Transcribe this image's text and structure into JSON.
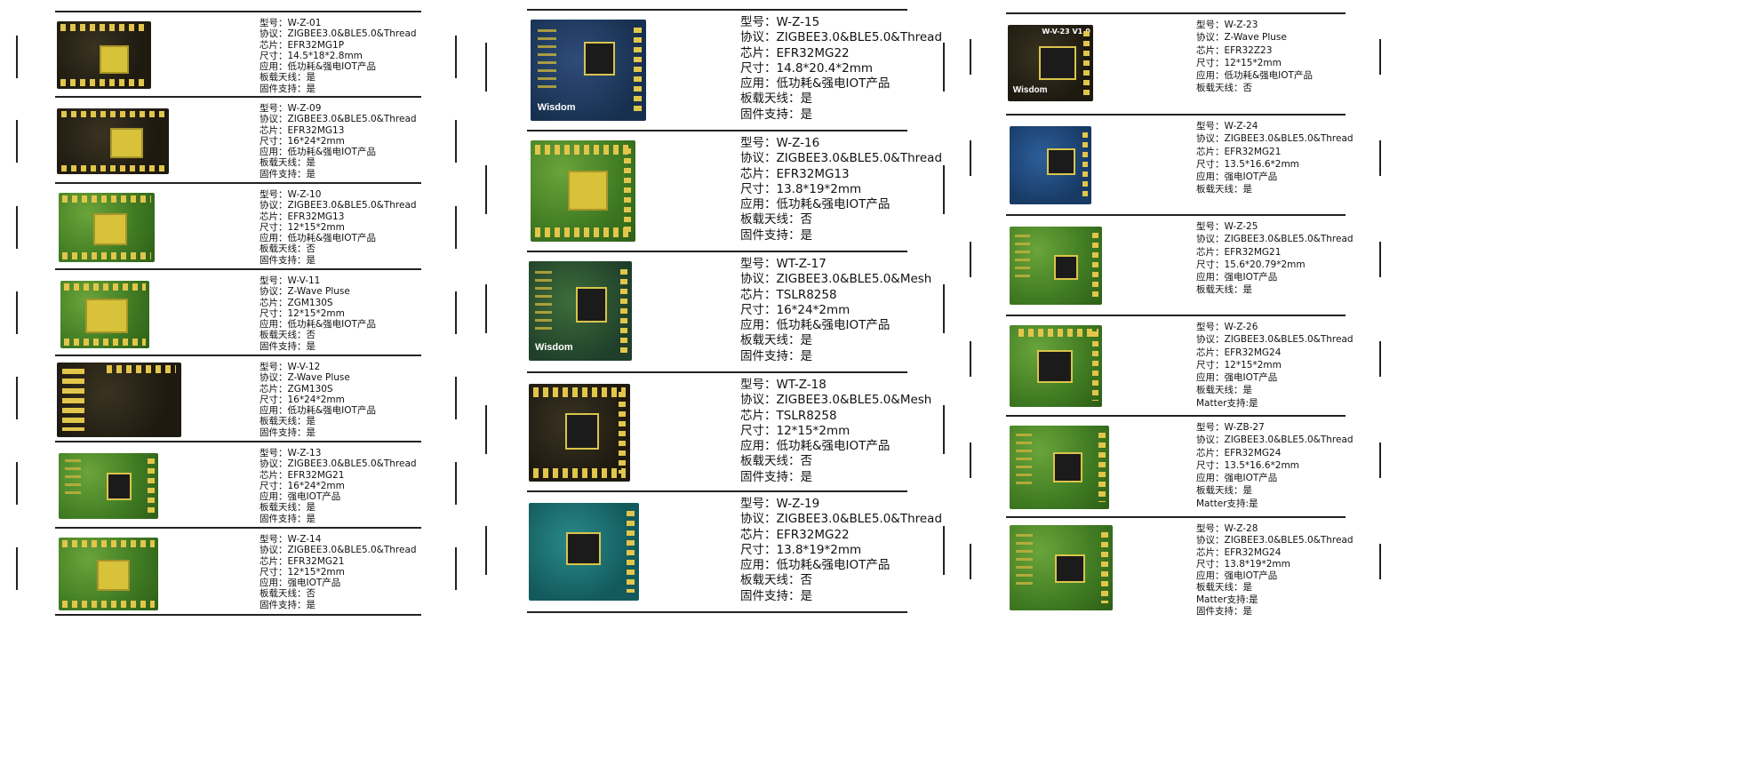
{
  "columns": [
    {
      "entries": [
        {
          "model": "型号：W-Z-01",
          "protocol": "协议：ZIGBEE3.0&BLE5.0&Thread",
          "chip": "芯片：EFR32MG1P",
          "size": "尺寸：14.5*18*2.8mm",
          "app": "应用：低功耗&强电IOT产品",
          "antenna": "板载天线：是",
          "firmware": "固件支持：是"
        },
        {
          "model": "型号：W-Z-09",
          "protocol": "协议：ZIGBEE3.0&BLE5.0&Thread",
          "chip": "芯片：EFR32MG13",
          "size": "尺寸：16*24*2mm",
          "app": "应用：低功耗&强电IOT产品",
          "antenna": "板载天线：是",
          "firmware": "固件支持：是"
        },
        {
          "model": "型号：W-Z-10",
          "protocol": "协议：ZIGBEE3.0&BLE5.0&Thread",
          "chip": "芯片：EFR32MG13",
          "size": "尺寸：12*15*2mm",
          "app": "应用：低功耗&强电IOT产品",
          "antenna": "板载天线：否",
          "firmware": "固件支持：是"
        },
        {
          "model": "型号：W-V-11",
          "protocol": "协议：Z-Wave Pluse",
          "chip": "芯片：ZGM130S",
          "size": "尺寸：12*15*2mm",
          "app": "应用：低功耗&强电IOT产品",
          "antenna": "板载天线：否",
          "firmware": "固件支持：是"
        },
        {
          "model": "型号：W-V-12",
          "protocol": "协议：Z-Wave Pluse",
          "chip": "芯片：ZGM130S",
          "size": "尺寸：16*24*2mm",
          "app": "应用：低功耗&强电IOT产品",
          "antenna": "板载天线：是",
          "firmware": "固件支持：是"
        },
        {
          "model": "型号：W-Z-13",
          "protocol": "协议：ZIGBEE3.0&BLE5.0&Thread",
          "chip": "芯片：EFR32MG21",
          "size": "尺寸：16*24*2mm",
          "app": "应用：强电IOT产品",
          "antenna": "板载天线：是",
          "firmware": "固件支持：是"
        },
        {
          "model": "型号：W-Z-14",
          "protocol": "协议：ZIGBEE3.0&BLE5.0&Thread",
          "chip": "芯片：EFR32MG21",
          "size": "尺寸：12*15*2mm",
          "app": "应用：强电IOT产品",
          "antenna": "板载天线：否",
          "firmware": "固件支持：是"
        }
      ]
    },
    {
      "entries": [
        {
          "model": "型号：W-Z-15",
          "protocol": "协议：ZIGBEE3.0&BLE5.0&Thread",
          "chip": "芯片：EFR32MG22",
          "size": "尺寸：14.8*20.4*2mm",
          "app": "应用：低功耗&强电IOT产品",
          "antenna": "板载天线：是",
          "firmware": "固件支持：是",
          "logo": "Wisdom"
        },
        {
          "model": "型号：W-Z-16",
          "protocol": "协议：ZIGBEE3.0&BLE5.0&Thread",
          "chip": "芯片：EFR32MG13",
          "size": "尺寸：13.8*19*2mm",
          "app": "应用：低功耗&强电IOT产品",
          "antenna": "板载天线：否",
          "firmware": "固件支持：是"
        },
        {
          "model": "型号：WT-Z-17",
          "protocol": "协议：ZIGBEE3.0&BLE5.0&Mesh",
          "chip": "芯片：TSLR8258",
          "size": "尺寸：16*24*2mm",
          "app": "应用：低功耗&强电IOT产品",
          "antenna": "板载天线：是",
          "firmware": "固件支持：是",
          "logo": "Wisdom"
        },
        {
          "model": "型号：WT-Z-18",
          "protocol": "协议：ZIGBEE3.0&BLE5.0&Mesh",
          "chip": "芯片：TSLR8258",
          "size": "尺寸：12*15*2mm",
          "app": "应用：低功耗&强电IOT产品",
          "antenna": "板载天线：否",
          "firmware": "固件支持：是"
        },
        {
          "model": "型号：W-Z-19",
          "protocol": "协议：ZIGBEE3.0&BLE5.0&Thread",
          "chip": "芯片：EFR32MG22",
          "size": "尺寸：13.8*19*2mm",
          "app": "应用：低功耗&强电IOT产品",
          "antenna": "板载天线：否",
          "firmware": "固件支持：是"
        }
      ]
    },
    {
      "entries": [
        {
          "model": "型号：W-Z-23",
          "protocol": "协议：Z-Wave Pluse",
          "chip": "芯片：EFR32Z23",
          "size": "尺寸：12*15*2mm",
          "app": "应用：低功耗&强电IOT产品",
          "antenna": "板载天线：否",
          "logo": "Wisdom",
          "board_label": "W-V-23 V1.0"
        },
        {
          "model": "型号：W-Z-24",
          "protocol": "协议：ZIGBEE3.0&BLE5.0&Thread",
          "chip": "芯片：EFR32MG21",
          "size": "尺寸：13.5*16.6*2mm",
          "app": "应用：强电IOT产品",
          "antenna": "板载天线：是"
        },
        {
          "model": "型号：W-Z-25",
          "protocol": "协议：ZIGBEE3.0&BLE5.0&Thread",
          "chip": "芯片：EFR32MG21",
          "size": "尺寸：15.6*20.79*2mm",
          "app": "应用：强电IOT产品",
          "antenna": "板载天线：是"
        },
        {
          "model": "型号：W-Z-26",
          "protocol": "协议：ZIGBEE3.0&BLE5.0&Thread",
          "chip": "芯片：EFR32MG24",
          "size": "尺寸：12*15*2mm",
          "app": "应用：强电IOT产品",
          "antenna": "板载天线：是",
          "matter": "Matter支持:是"
        },
        {
          "model": "型号：W-ZB-27",
          "protocol": "协议：ZIGBEE3.0&BLE5.0&Thread",
          "chip": "芯片：EFR32MG24",
          "size": "尺寸：13.5*16.6*2mm",
          "app": "应用：强电IOT产品",
          "antenna": "板载天线：是",
          "matter": "Matter支持:是"
        },
        {
          "model": "型号：W-Z-28",
          "protocol": "协议：ZIGBEE3.0&BLE5.0&Thread",
          "chip": "芯片：EFR32MG24",
          "size": "尺寸：13.8*19*2mm",
          "app": "应用：强电IOT产品",
          "antenna": "板载天线：是",
          "matter": "Matter支持:是",
          "firmware": "固件支持：是"
        }
      ]
    }
  ]
}
